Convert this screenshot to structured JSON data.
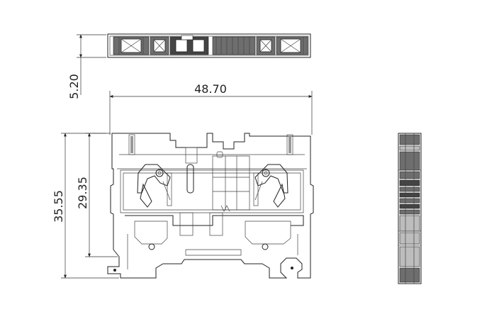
{
  "dimensions": {
    "width": "48.70",
    "height_total": "35.55",
    "height_inner": "29.35",
    "thickness": "5.20"
  },
  "colors": {
    "line": "#222222",
    "fill_grey": "#6e6e6e",
    "fill_dark": "#444444",
    "background": "#ffffff"
  }
}
